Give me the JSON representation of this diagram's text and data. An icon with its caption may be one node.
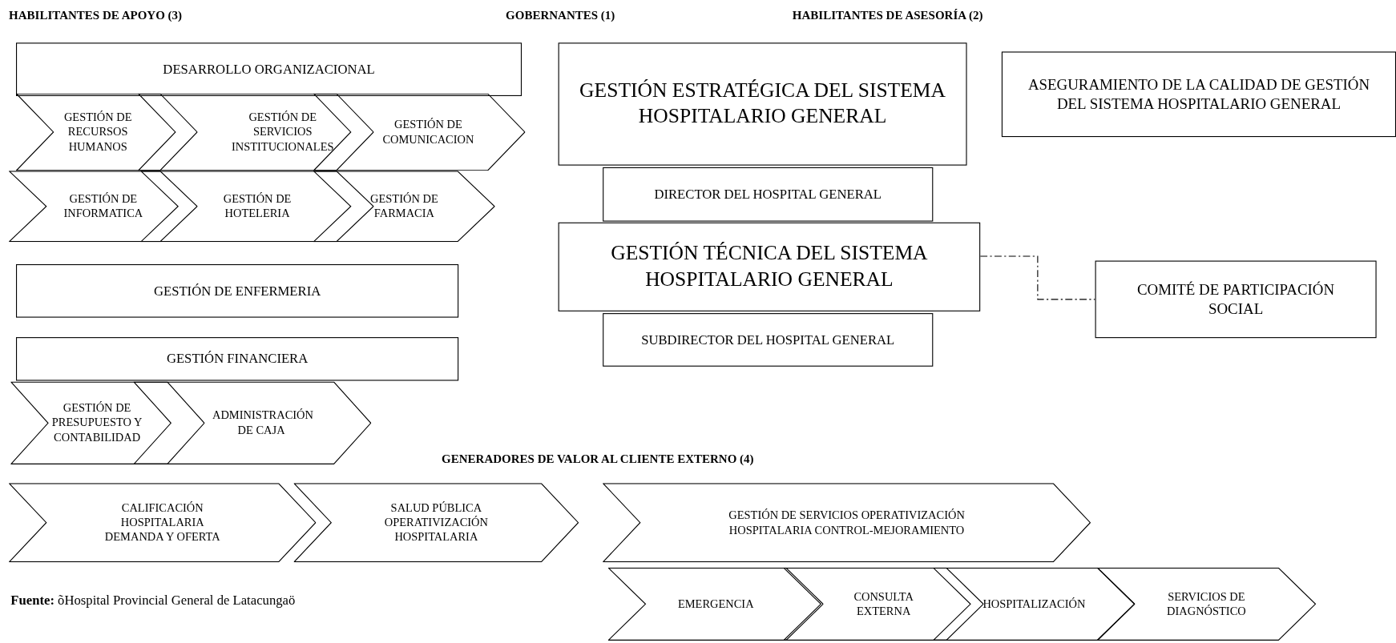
{
  "diagram": {
    "nodes": [
      {
        "text": [
          "DESARROLLO ORGANIZACIONAL"
        ]
      },
      {
        "text": [
          "GESTIÓN DE RECURSOS HUMANOS"
        ]
      },
      {
        "text": [
          "GESTIÓN DE SERVICIOS INSTITUCIONALES"
        ]
      },
      {
        "text": [
          "GESTIÓN DE COMUNICACION"
        ]
      },
      {
        "text": [
          "GESTIÓN DE INFORMATICA"
        ]
      },
      {
        "text": [
          "GESTIÓN DE HOTELERIA"
        ]
      },
      {
        "text": [
          "GESTIÓN DE FARMACIA"
        ]
      },
      {
        "text": [
          "GESTIÓN DE ENFERMERIA"
        ]
      },
      {
        "text": [
          "GESTIÓN FINANCIERA"
        ]
      },
      {
        "text": [
          "GESTIÓN DE PRESUPUESTO Y CONTABILIDAD"
        ]
      },
      {
        "text": [
          "ADMINISTRACIÓN DE CAJA"
        ]
      },
      {
        "text": [
          "GESTIÓN ESTRATÉGICA DEL SISTEMA HOSPITALARIO GENERAL"
        ]
      },
      {
        "text": [
          "DIRECTOR DEL HOSPITAL GENERAL"
        ]
      },
      {
        "text": [
          "GESTIÓN TÉCNICA DEL SISTEMA HOSPITALARIO GENERAL"
        ]
      },
      {
        "text": [
          "SUBDIRECTOR DEL HOSPITAL GENERAL"
        ]
      },
      {
        "text": [
          "ASEGURAMIENTO DE LA CALIDAD DE GESTIÓN DEL SISTEMA HOSPITALARIO GENERAL"
        ]
      },
      {
        "text": [
          "COMITÉ DE PARTICIPACIÓN SOCIAL"
        ]
      },
      {
        "text": [
          "CALIFICACIÓN HOSPITALARIA DEMANDA Y OFERTA"
        ]
      },
      {
        "text": [
          "SALUD PÚBLICA OPERATIVIZACIÓN HOSPITALARIA"
        ]
      },
      {
        "text": [
          "GESTIÓN DE SERVICIOS OPERATIVIZACIÓN HOSPITALARIA CONTROL-MEJORAMIENTO"
        ]
      },
      {
        "text": [
          "EMERGENCIA"
        ]
      },
      {
        "text": [
          "CONSULTA EXTERNA"
        ]
      },
      {
        "text": [
          "HOSPITALIZACIÓN"
        ]
      },
      {
        "text": [
          "SERVICIOS DE DIAGNÓSTICO"
        ]
      }
    ],
    "edges": [
      {
        "from": 13,
        "to": 16,
        "arrow": "none",
        "style": "dashed"
      }
    ],
    "labels": [
      "HABILITANTES DE APOYO (3)",
      "GOBERNANTES (1)",
      "HABILITANTES DE ASESORÍA (2)",
      "GENERADORES DE VALOR AL CLIENTE EXTERNO (4)",
      "**Fuente:** õHospital Provincial General de Latacungaö"
    ]
  }
}
